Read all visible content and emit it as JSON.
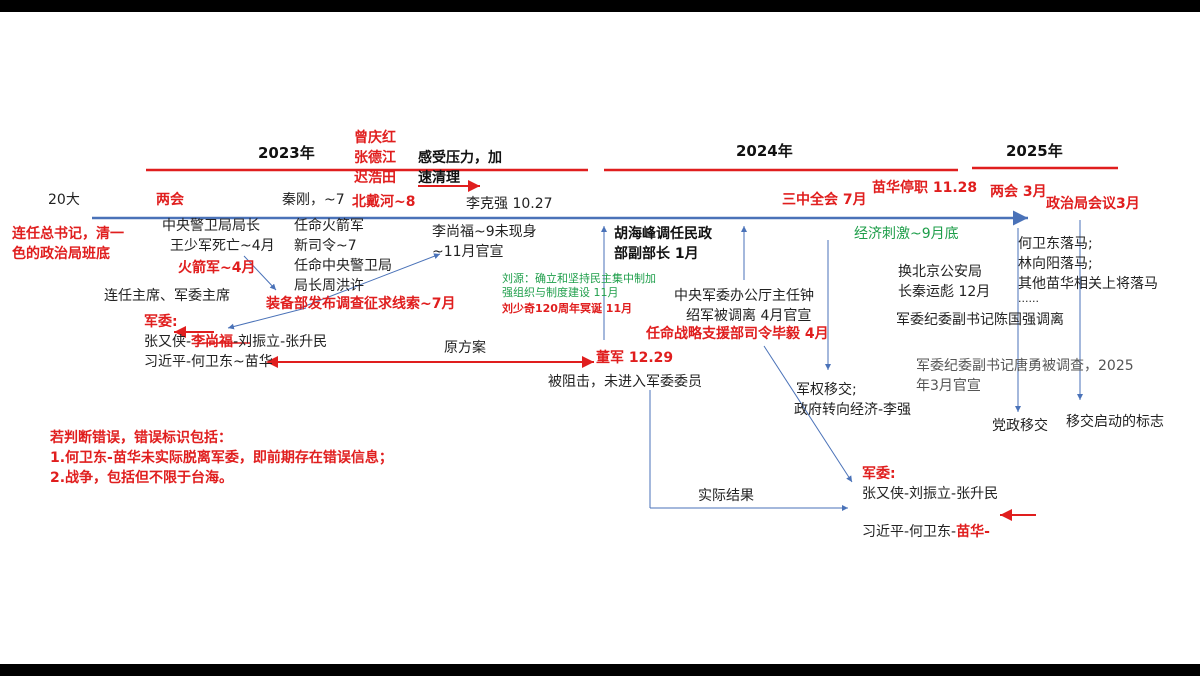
{
  "years": {
    "y2023": "2023年",
    "y2024": "2024年",
    "y2025": "2025年"
  },
  "events": {
    "e20da": "20大",
    "lianren": [
      "连任总书记，清一",
      "色的政治局班底"
    ],
    "lianghui1": "两会",
    "qingang": "秦刚，~7",
    "zengqinghong": [
      "曾庆红",
      "张德江",
      "迟浩田"
    ],
    "beidaihe": "北戴河~8",
    "ganshou": [
      "感受压力，加",
      "速清理"
    ],
    "likeqiang": "李克强 10.27",
    "zhongyang_jingwei": [
      "中央警卫局局长",
      "王少军死亡~4月"
    ],
    "huojianjun": "火箭军~4月",
    "renming_huojian": [
      "任命火箭军",
      "新司令~7",
      "任命中央警卫局",
      "局长周洪许"
    ],
    "lishangfu_xian": [
      "李尚福~9未现身",
      "~11月官宣"
    ],
    "lianren_zhuxi": "连任主席、军委主席",
    "zhuangbeibu": "装备部发布调查征求线索~7月",
    "junwei_old_label": "军委:",
    "junwei_old_row1_prefix": "张又侠-",
    "junwei_old_row1_strike": "李尚福",
    "junwei_old_row1_suffix": "-刘振立-张升民",
    "junwei_old_row2": "习近平-何卫东~苗华",
    "yuanfangan": "原方案",
    "liuyuan": [
      "刘源：确立和坚持民主集中制加",
      "强组织与制度建设 11月"
    ],
    "liushaoqi": "刘少奇120周年冥诞 11月",
    "dongjun": "董军 12.29",
    "beizuji": "被阻击，未进入军委委员",
    "huhaifeng": [
      "胡海峰调任民政",
      "部副部长 1月"
    ],
    "zhongyang_bangongting": [
      "中央军委办公厅主任钟",
      "绍军被调离 4月官宣"
    ],
    "zhanlue": "任命战略支援部司令毕毅 4月",
    "sanzhong": "三中全会 7月",
    "jingji": "经济刺激~9月底",
    "miaohua_tingzhi": "苗华停职 11.28",
    "lianghui2": "两会 3月",
    "zhengzhiju": "政治局会议3月",
    "junquan": [
      "军权移交;",
      "政府转向经济-李强"
    ],
    "huan_beijing": [
      "换北京公安局",
      "长秦运彪 12月"
    ],
    "jiwei_chen": "军委纪委副书记陈国强调离",
    "jiwei_tang": [
      "军委纪委副书记唐勇被调查，2025",
      "年3月官宣"
    ],
    "luoma": [
      "何卫东落马;",
      "林向阳落马;",
      "其他苗华相关上将落马",
      "......"
    ],
    "dangzheng": "党政移交",
    "yijiao": "移交启动的标志",
    "shiji": "实际结果",
    "junwei_new_label": "军委:",
    "junwei_new_row1": "张又侠-刘振立-张升民",
    "junwei_new_row2_prefix": "习近平-何卫东-",
    "junwei_new_row2_red": "苗华-",
    "cuowu_title": "若判断错误，错误标识包括：",
    "cuowu_1": "1.何卫东-苗华未实际脱离军委，即前期存在错误信息；",
    "cuowu_2": "2.战争，包括但不限于台海。"
  }
}
